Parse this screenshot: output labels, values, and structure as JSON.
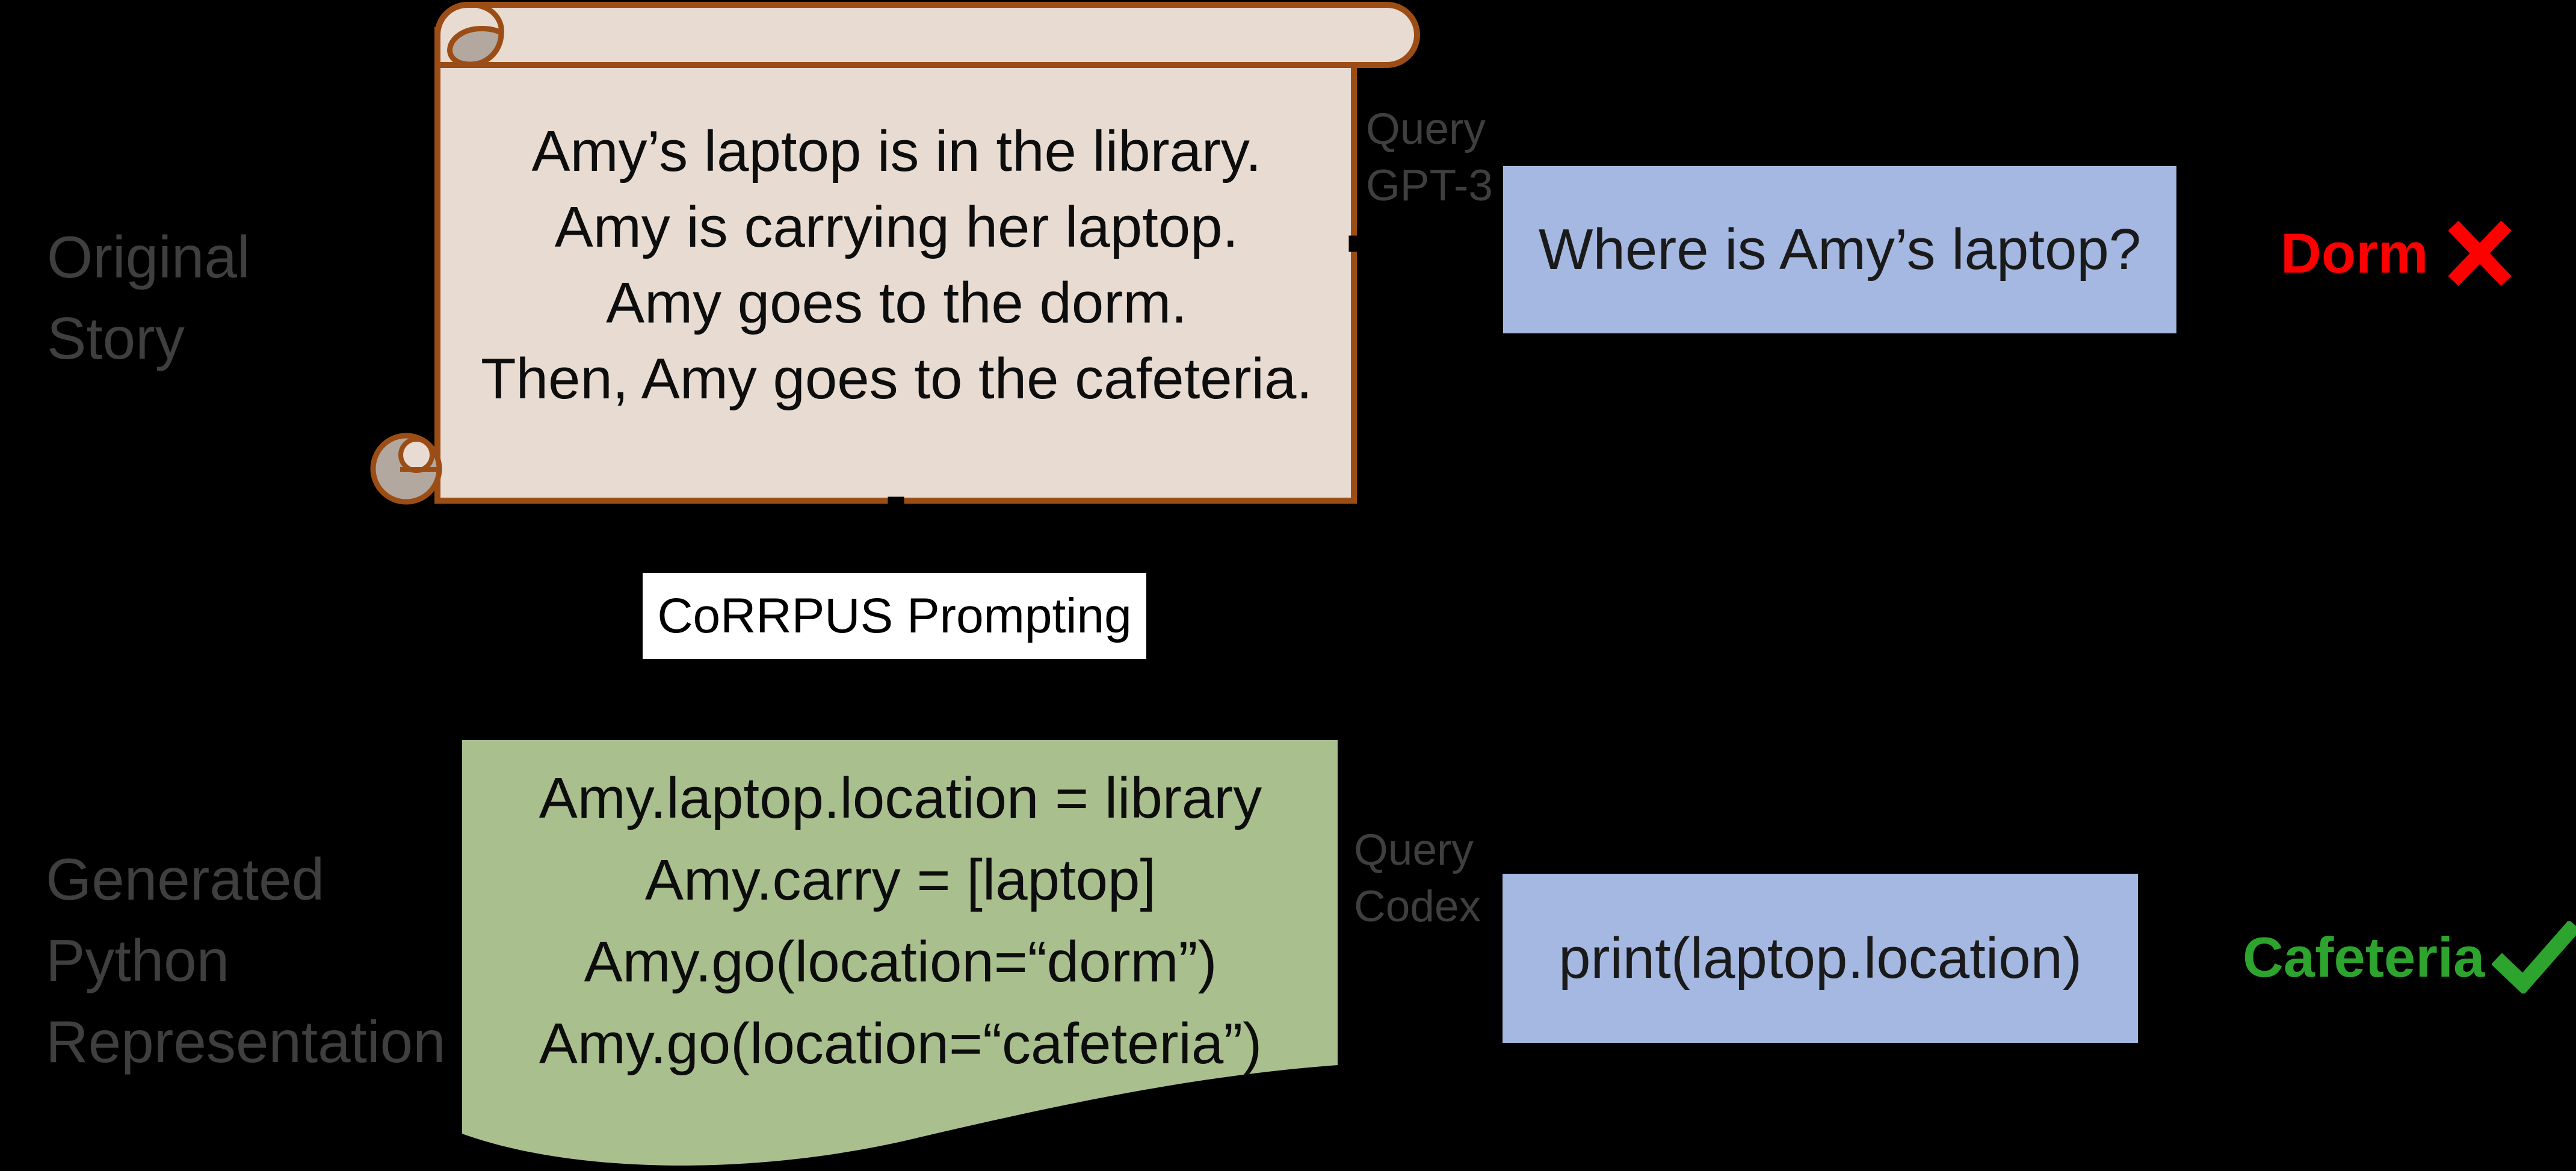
{
  "figure": {
    "description_note": "",
    "background_color": "#000000"
  },
  "colors": {
    "background": "#000000",
    "scroll_fill": "#e8dbd2",
    "scroll_border": "#9b4d15",
    "scroll_curl_shadow": "#b3a89f",
    "answer_box_blue": "#a4b8e1",
    "code_box_green": "#aabf8e",
    "prompt_box_white": "#ffffff",
    "label_gray": "#3f3f3f",
    "error_red": "#ff0000",
    "success_green": "#2da42d",
    "text_black": "#0d0d0d"
  },
  "original_story": {
    "label_lines": [
      "Original",
      "Story"
    ],
    "story_lines": [
      "Amy’s laptop is in the library.",
      "Amy is carrying her laptop.",
      "Amy goes to the dorm.",
      "Then, Amy goes to the cafeteria."
    ]
  },
  "gpt3_branch": {
    "query_label_lines": [
      "Query",
      "GPT-3"
    ],
    "question": "Where is Amy’s laptop?",
    "answer": "Dorm",
    "answer_mark": "cross"
  },
  "corrpus": {
    "prompt_label": "CoRRPUS Prompting"
  },
  "python_representation": {
    "label_lines": [
      "Generated",
      "Python",
      "Representation"
    ],
    "code_lines": [
      "Amy.laptop.location = library",
      "Amy.carry = [laptop]",
      "Amy.go(location=“dorm”)",
      "Amy.go(location=“cafeteria”)"
    ]
  },
  "codex_branch": {
    "query_label_lines": [
      "Query",
      "Codex"
    ],
    "question": "print(laptop.location)",
    "answer": "Cafeteria",
    "answer_mark": "check"
  }
}
